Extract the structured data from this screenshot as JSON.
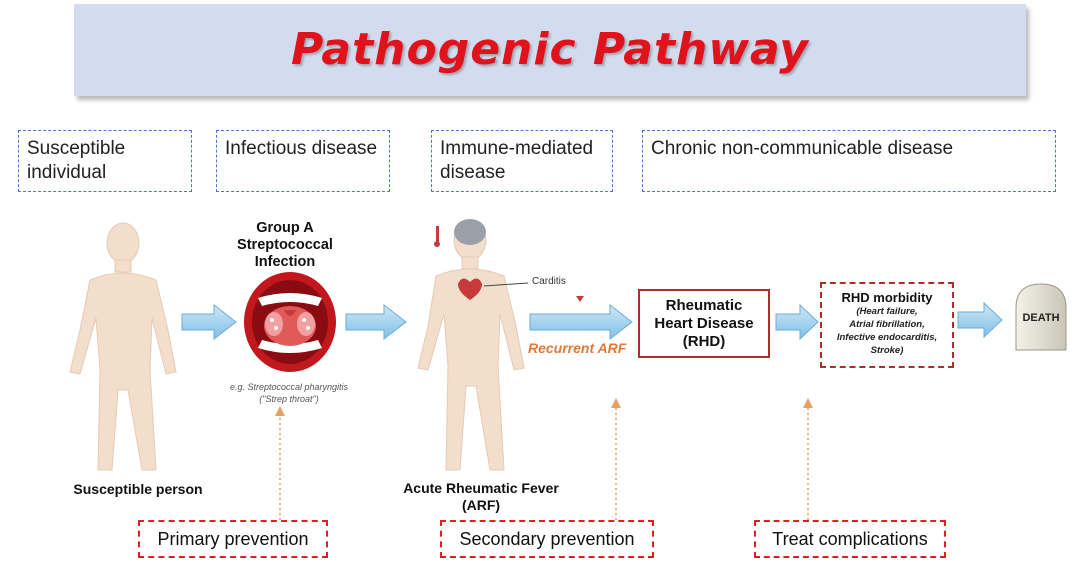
{
  "title": "Pathogenic Pathway",
  "stages": {
    "susceptible": "Susceptible individual",
    "infectious": "Infectious disease",
    "immune": "Immune-mediated disease",
    "chronic": "Chronic non-communicable disease"
  },
  "figures": {
    "person_label": "Susceptible person",
    "strep_label": "Group A Streptococcal Infection",
    "strep_caption_1": "e.g. Streptococcal pharyngitis",
    "strep_caption_2": "(\"Strep throat\")",
    "arf_label": "Acute Rheumatic Fever (ARF)",
    "carditis": "Carditis",
    "recurrent": "Recurrent ARF"
  },
  "rhd": {
    "line1": "Rheumatic",
    "line2": "Heart Disease",
    "line3": "(RHD)"
  },
  "morbidity": {
    "title": "RHD morbidity",
    "details": [
      "(Heart failure,",
      "Atrial fibrillation,",
      "Infective endocarditis,",
      "Stroke)"
    ]
  },
  "death": "DEATH",
  "prevention": {
    "primary": "Primary prevention",
    "secondary": "Secondary prevention",
    "treat": "Treat complications"
  },
  "colors": {
    "title_red": "#e0121c",
    "banner": "#d3dcee",
    "arrow_blue": "#9ed0ee",
    "dashed_blue": "#4a78c8",
    "prevention_red": "#e02020",
    "dotted_orange": "#e6a060"
  }
}
